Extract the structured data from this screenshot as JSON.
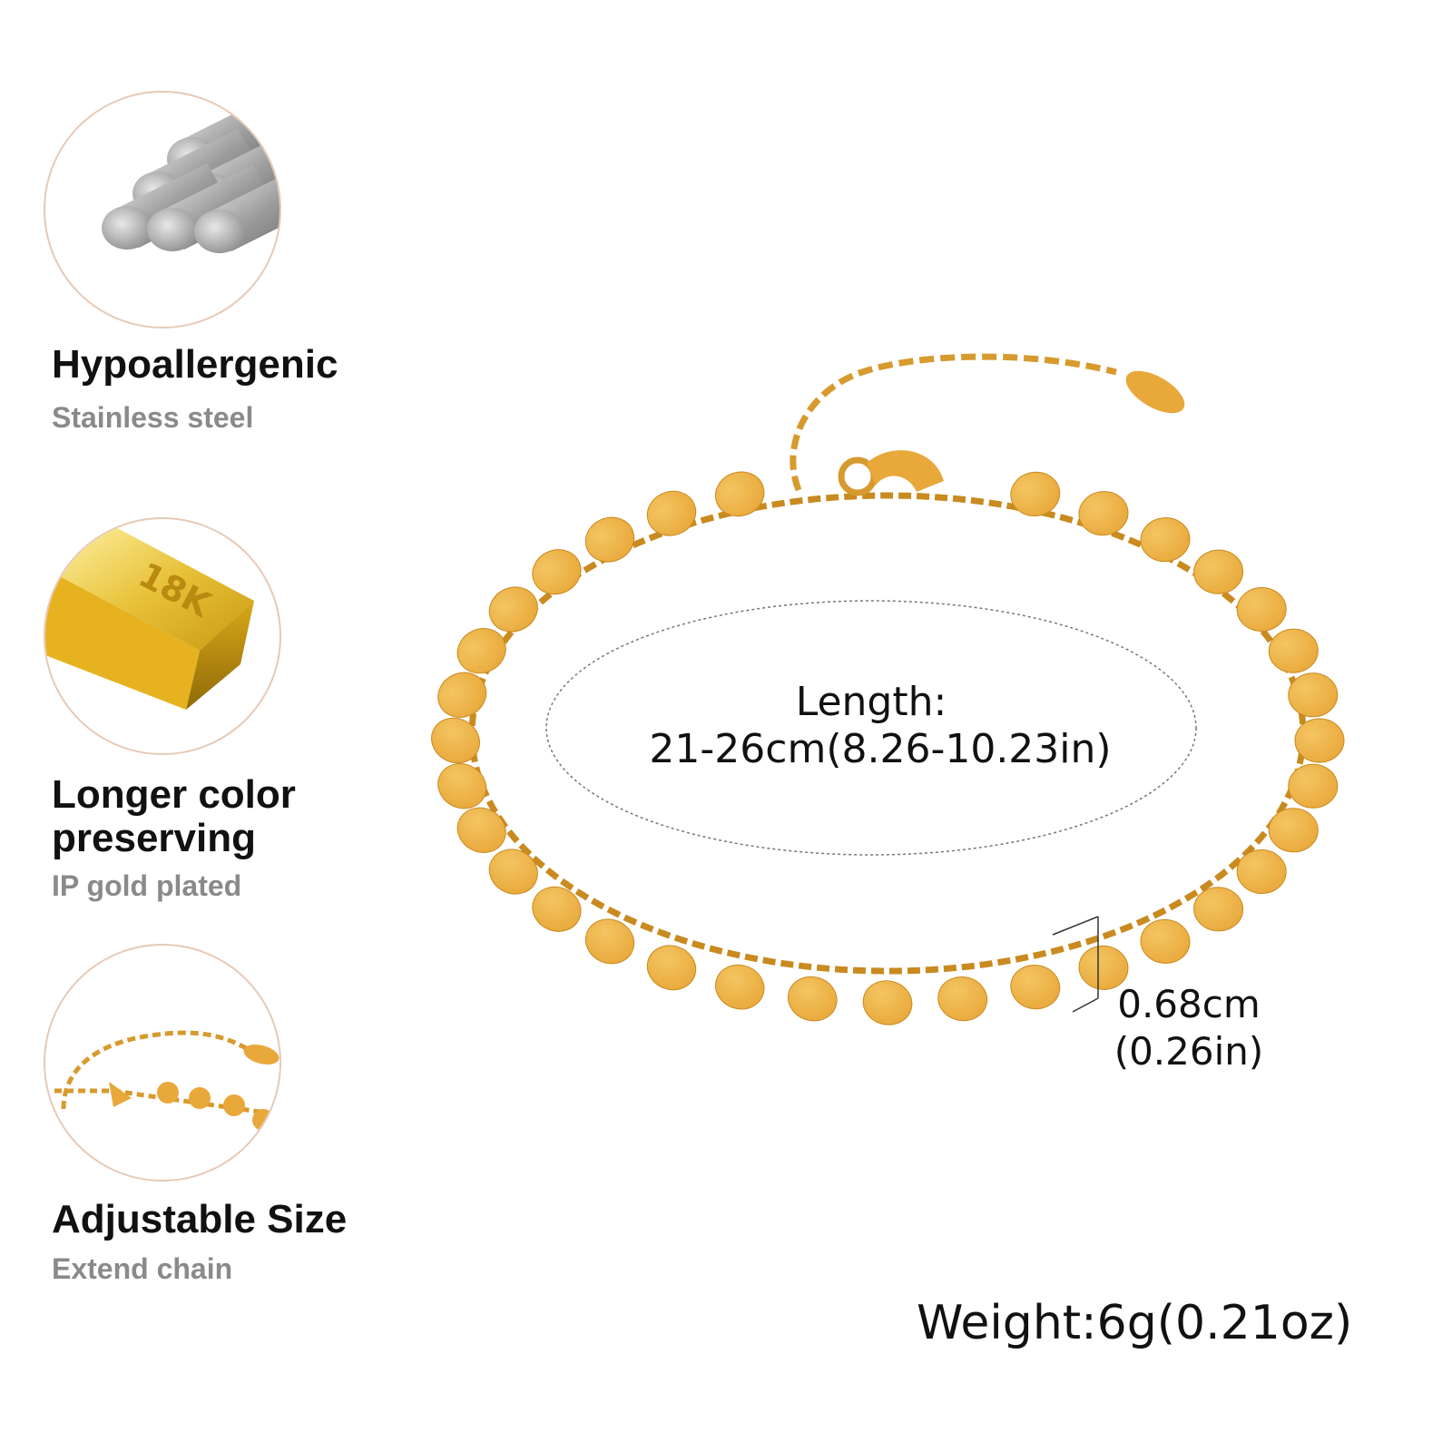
{
  "features": [
    {
      "icon": "steel-rods-icon",
      "title": "Hypoallergenic",
      "subtitle": "Stainless steel"
    },
    {
      "icon": "gold-bar-icon",
      "title": "Longer color preserving",
      "subtitle": "IP gold plated",
      "bar_stamp": "18K"
    },
    {
      "icon": "extend-chain-icon",
      "title": "Adjustable Size",
      "subtitle": "Extend chain"
    }
  ],
  "dimensions": {
    "length_label": "Length:",
    "length_value": "21-26cm(8.26-10.23in)",
    "disc_cm": "0.68cm",
    "disc_in": "(0.26in)",
    "weight": "Weight:6g(0.21oz)"
  },
  "colors": {
    "gold": "#e8a83a",
    "gold_light": "#f4c562",
    "gold_dark": "#c98a1f",
    "circle_border": "#e7c9b6",
    "title": "#111111",
    "subtitle": "#8a8a8a"
  }
}
